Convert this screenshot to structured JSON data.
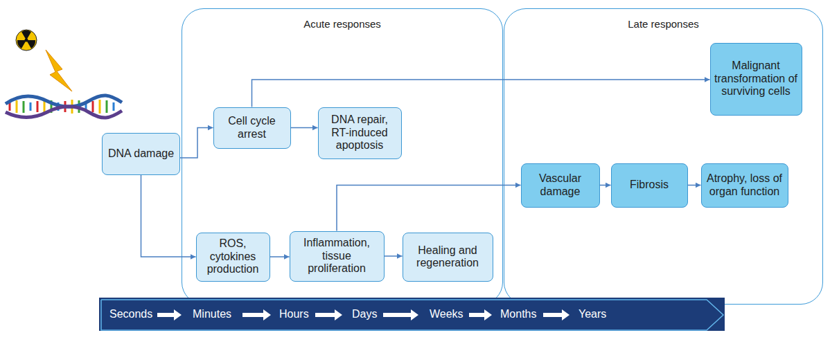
{
  "diagram": {
    "nodes": [
      {
        "text": [
          "Acute responses"
        ]
      },
      {
        "text": [
          "Late responses"
        ]
      },
      {
        "text": [
          "DNA damage"
        ]
      },
      {
        "text": [
          "Cell cycle arrest"
        ],
        "in": 0
      },
      {
        "text": [
          "DNA repair, RT-induced apoptosis"
        ],
        "in": 0
      },
      {
        "text": [
          "ROS, cytokines production"
        ],
        "in": 0
      },
      {
        "text": [
          "Inflammation, tissue proliferation"
        ],
        "in": 0
      },
      {
        "text": [
          "Healing and regeneration"
        ],
        "in": 0
      },
      {
        "text": [
          "Malignant transformation of surviving cells"
        ],
        "in": 1
      },
      {
        "text": [
          "Vascular damage"
        ],
        "in": 1
      },
      {
        "text": [
          "Fibrosis"
        ],
        "in": 1
      },
      {
        "text": [
          "Atrophy, loss of organ function"
        ],
        "in": 1
      },
      {
        "text": [
          "Seconds",
          "Minutes",
          "Hours",
          "Days",
          "Weeks",
          "Months",
          "Years"
        ]
      }
    ],
    "edges": [
      {
        "from": 2,
        "to": 3,
        "arrow": "to"
      },
      {
        "from": 2,
        "to": 5,
        "arrow": "to"
      },
      {
        "from": 3,
        "to": 4,
        "arrow": "to"
      },
      {
        "from": 3,
        "to": 8,
        "arrow": "to"
      },
      {
        "from": 5,
        "to": 6,
        "arrow": "to"
      },
      {
        "from": 6,
        "to": 7,
        "arrow": "to"
      },
      {
        "from": 6,
        "to": 9,
        "arrow": "to"
      },
      {
        "from": 9,
        "to": 10,
        "arrow": "to"
      },
      {
        "from": 10,
        "to": 11,
        "arrow": "to"
      }
    ]
  }
}
